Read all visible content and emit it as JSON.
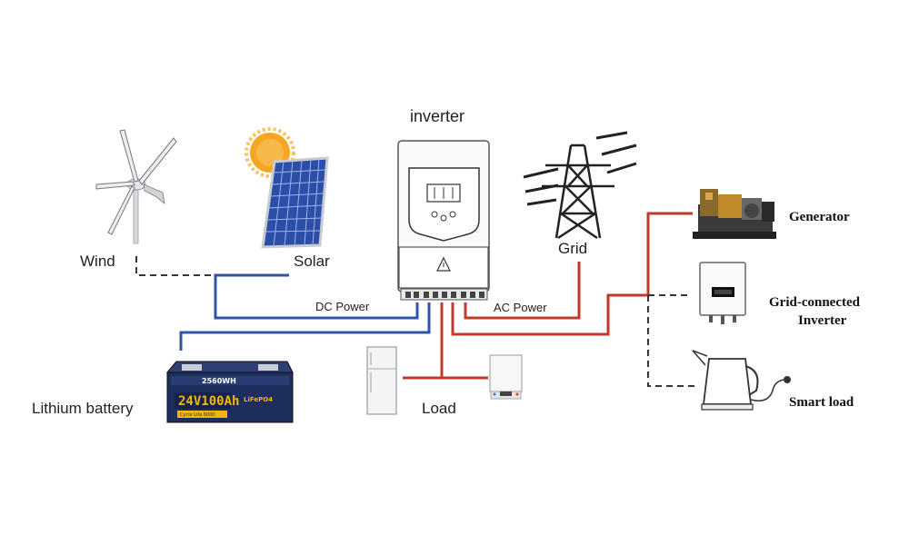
{
  "labels": {
    "inverter": "inverter",
    "wind": "Wind",
    "solar": "Solar",
    "grid": "Grid",
    "dc_power": "DC Power",
    "ac_power": "AC Power",
    "lithium_battery": "Lithium battery",
    "load": "Load",
    "generator": "Generator",
    "grid_connected_inverter_line1": "Grid-connected",
    "grid_connected_inverter_line2": "Inverter",
    "smart_load": "Smart load"
  },
  "battery": {
    "capacity_wh": "2560WH",
    "rating": "24V100Ah",
    "chemistry": "LiFePO4",
    "cycle": "Cycle Life 6000"
  },
  "colors": {
    "dc_line": "#2f54a8",
    "ac_line": "#c0392b",
    "dashed_line": "#333333",
    "battery_body": "#1d2d5c",
    "battery_accent": "#f2b705",
    "panel_cell": "#2b4ea8",
    "sun": "#f5a623"
  },
  "icons": [
    "wind-turbine-icon",
    "solar-panel-icon",
    "sun-icon",
    "inverter-icon",
    "transmission-tower-icon",
    "generator-icon",
    "grid-inverter-icon",
    "kettle-icon",
    "battery-icon",
    "refrigerator-icon",
    "water-heater-icon"
  ]
}
